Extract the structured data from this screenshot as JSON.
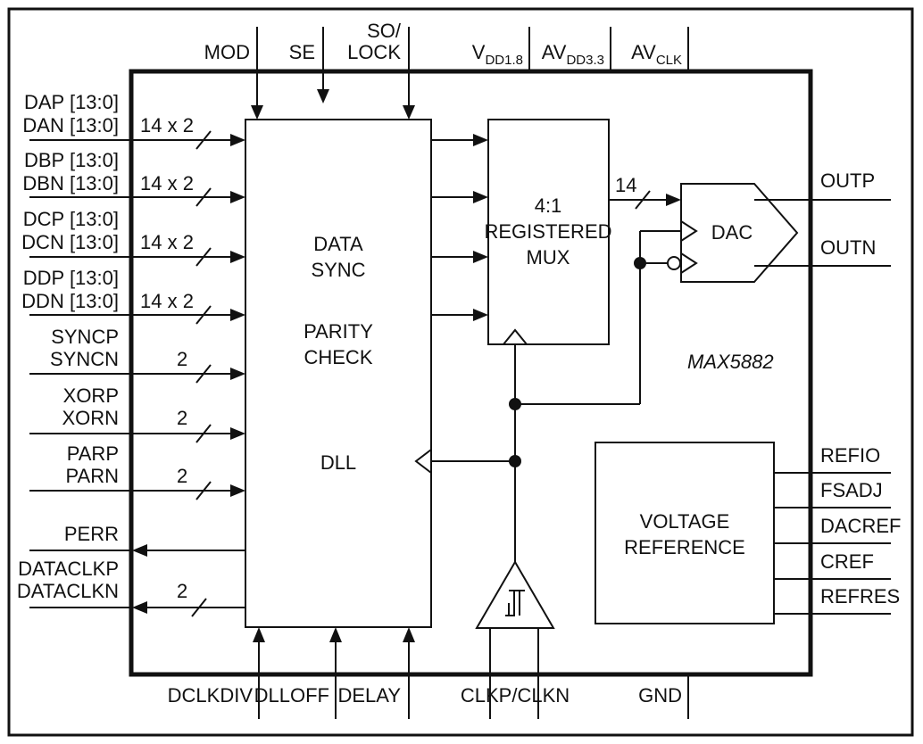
{
  "part_number": "MAX5882",
  "blocks": {
    "core": [
      "DATA",
      "SYNC",
      "PARITY",
      "CHECK",
      "DLL"
    ],
    "mux": [
      "4:1",
      "REGISTERED",
      "MUX"
    ],
    "dac": "DAC",
    "vref": [
      "VOLTAGE",
      "REFERENCE"
    ]
  },
  "top_pins": {
    "mod": "MOD",
    "se": "SE",
    "so_lock": [
      "SO/",
      "LOCK"
    ],
    "vdd18": {
      "base": "V",
      "sub": "DD1.8"
    },
    "avdd33": {
      "base": "AV",
      "sub": "DD3.3"
    },
    "avclk": {
      "base": "AV",
      "sub": "CLK"
    }
  },
  "left_pins": [
    {
      "names": [
        "DAP [13:0]",
        "DAN [13:0]"
      ],
      "width": "14 x 2"
    },
    {
      "names": [
        "DBP [13:0]",
        "DBN [13:0]"
      ],
      "width": "14 x 2"
    },
    {
      "names": [
        "DCP [13:0]",
        "DCN [13:0]"
      ],
      "width": "14 x 2"
    },
    {
      "names": [
        "DDP [13:0]",
        "DDN [13:0]"
      ],
      "width": "14 x 2"
    },
    {
      "names": [
        "SYNCP",
        "SYNCN"
      ],
      "width": "2"
    },
    {
      "names": [
        "XORP",
        "XORN"
      ],
      "width": "2"
    },
    {
      "names": [
        "PARP",
        "PARN"
      ],
      "width": "2"
    },
    {
      "names": [
        "PERR"
      ],
      "width": ""
    },
    {
      "names": [
        "DATACLKP",
        "DATACLKN"
      ],
      "width": "2"
    }
  ],
  "right_pins": {
    "outp": "OUTP",
    "outn": "OUTN",
    "refio": "REFIO",
    "fsadj": "FSADJ",
    "dacref": "DACREF",
    "cref": "CREF",
    "refres": "REFRES"
  },
  "bottom_pins": {
    "dclkdiv": "DCLKDIV",
    "dlloff": "DLLOFF",
    "delay": "DELAY",
    "clk": "CLKP/CLKN",
    "gnd": "GND"
  },
  "bus_width_dac": "14"
}
